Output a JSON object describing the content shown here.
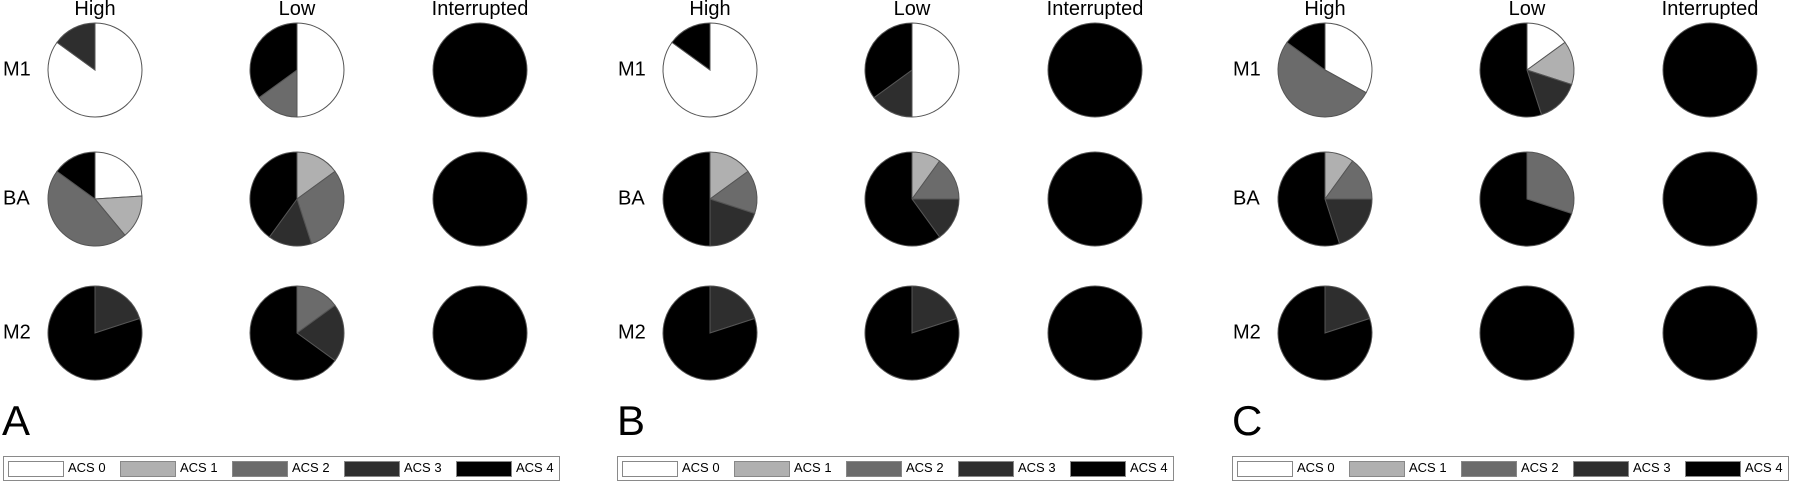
{
  "chart_data": [
    {
      "type": "pie",
      "panel": "A",
      "columns": [
        "High",
        "Low",
        "Interrupted"
      ],
      "rows": [
        "M1",
        "BA",
        "M2"
      ],
      "cells": [
        [
          {
            "ACS 0": 85,
            "ACS 1": 0,
            "ACS 2": 0,
            "ACS 3": 15,
            "ACS 4": 0
          },
          {
            "ACS 0": 50,
            "ACS 1": 0,
            "ACS 2": 15,
            "ACS 3": 0,
            "ACS 4": 35
          },
          {
            "ACS 0": 0,
            "ACS 1": 0,
            "ACS 2": 0,
            "ACS 3": 0,
            "ACS 4": 100
          }
        ],
        [
          {
            "ACS 0": 24,
            "ACS 1": 15,
            "ACS 2": 46,
            "ACS 3": 0,
            "ACS 4": 15
          },
          {
            "ACS 0": 0,
            "ACS 1": 15,
            "ACS 2": 30,
            "ACS 3": 15,
            "ACS 4": 40
          },
          {
            "ACS 0": 0,
            "ACS 1": 0,
            "ACS 2": 0,
            "ACS 3": 0,
            "ACS 4": 100
          }
        ],
        [
          {
            "ACS 0": 0,
            "ACS 1": 0,
            "ACS 2": 0,
            "ACS 3": 20,
            "ACS 4": 80
          },
          {
            "ACS 0": 0,
            "ACS 1": 0,
            "ACS 2": 15,
            "ACS 3": 20,
            "ACS 4": 65
          },
          {
            "ACS 0": 0,
            "ACS 1": 0,
            "ACS 2": 0,
            "ACS 3": 0,
            "ACS 4": 100
          }
        ]
      ]
    },
    {
      "type": "pie",
      "panel": "B",
      "columns": [
        "High",
        "Low",
        "Interrupted"
      ],
      "rows": [
        "M1",
        "BA",
        "M2"
      ],
      "cells": [
        [
          {
            "ACS 0": 85,
            "ACS 1": 0,
            "ACS 2": 0,
            "ACS 3": 0,
            "ACS 4": 15
          },
          {
            "ACS 0": 50,
            "ACS 1": 0,
            "ACS 2": 0,
            "ACS 3": 15,
            "ACS 4": 35
          },
          {
            "ACS 0": 0,
            "ACS 1": 0,
            "ACS 2": 0,
            "ACS 3": 0,
            "ACS 4": 100
          }
        ],
        [
          {
            "ACS 0": 0,
            "ACS 1": 15,
            "ACS 2": 15,
            "ACS 3": 20,
            "ACS 4": 50
          },
          {
            "ACS 0": 0,
            "ACS 1": 10,
            "ACS 2": 15,
            "ACS 3": 15,
            "ACS 4": 60
          },
          {
            "ACS 0": 0,
            "ACS 1": 0,
            "ACS 2": 0,
            "ACS 3": 0,
            "ACS 4": 100
          }
        ],
        [
          {
            "ACS 0": 0,
            "ACS 1": 0,
            "ACS 2": 0,
            "ACS 3": 20,
            "ACS 4": 80
          },
          {
            "ACS 0": 0,
            "ACS 1": 0,
            "ACS 2": 0,
            "ACS 3": 20,
            "ACS 4": 80
          },
          {
            "ACS 0": 0,
            "ACS 1": 0,
            "ACS 2": 0,
            "ACS 3": 0,
            "ACS 4": 100
          }
        ]
      ]
    },
    {
      "type": "pie",
      "panel": "C",
      "columns": [
        "High",
        "Low",
        "Interrupted"
      ],
      "rows": [
        "M1",
        "BA",
        "M2"
      ],
      "cells": [
        [
          {
            "ACS 0": 33,
            "ACS 1": 0,
            "ACS 2": 52,
            "ACS 3": 0,
            "ACS 4": 15
          },
          {
            "ACS 0": 15,
            "ACS 1": 15,
            "ACS 2": 0,
            "ACS 3": 15,
            "ACS 4": 55
          },
          {
            "ACS 0": 0,
            "ACS 1": 0,
            "ACS 2": 0,
            "ACS 3": 0,
            "ACS 4": 100
          }
        ],
        [
          {
            "ACS 0": 0,
            "ACS 1": 10,
            "ACS 2": 15,
            "ACS 3": 20,
            "ACS 4": 55
          },
          {
            "ACS 0": 0,
            "ACS 1": 0,
            "ACS 2": 30,
            "ACS 3": 0,
            "ACS 4": 70
          },
          {
            "ACS 0": 0,
            "ACS 1": 0,
            "ACS 2": 0,
            "ACS 3": 0,
            "ACS 4": 100
          }
        ],
        [
          {
            "ACS 0": 0,
            "ACS 1": 0,
            "ACS 2": 0,
            "ACS 3": 20,
            "ACS 4": 80
          },
          {
            "ACS 0": 0,
            "ACS 1": 0,
            "ACS 2": 0,
            "ACS 3": 0,
            "ACS 4": 100
          },
          {
            "ACS 0": 0,
            "ACS 1": 0,
            "ACS 2": 0,
            "ACS 3": 0,
            "ACS 4": 100
          }
        ]
      ]
    }
  ],
  "legend": [
    {
      "label": "ACS 0",
      "color": "#ffffff"
    },
    {
      "label": "ACS 1",
      "color": "#b0b0b0"
    },
    {
      "label": "ACS 2",
      "color": "#6b6b6b"
    },
    {
      "label": "ACS 3",
      "color": "#2e2e2e"
    },
    {
      "label": "ACS 4",
      "color": "#000000"
    }
  ]
}
